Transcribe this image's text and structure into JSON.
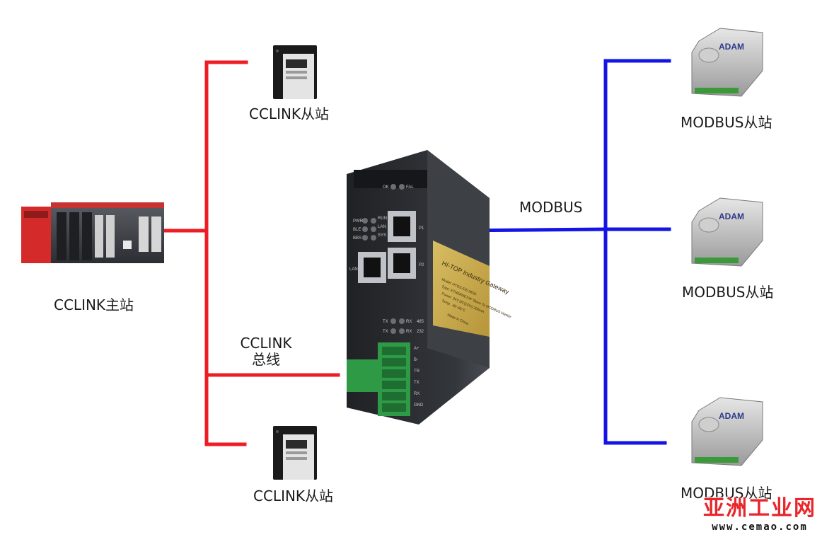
{
  "labels": {
    "master": "CCLINK主站",
    "cc_slave_top": "CCLINK从站",
    "cc_slave_bottom": "CCLINK从站",
    "cc_bus_line1": "CCLINK",
    "cc_bus_line2": "总线",
    "modbus_bus": "MODBUS",
    "mb_slave_1": "MODBUS从站",
    "mb_slave_2": "MODBUS从站",
    "mb_slave_3": "MODBUS从站"
  },
  "gateway": {
    "leds_top": [
      "OK",
      "FAL"
    ],
    "leds_left": [
      "PWR",
      "BLE",
      "BBS"
    ],
    "leds_right": [
      "RUN",
      "LAN",
      "SYS"
    ],
    "port_labels": [
      "P1",
      "P2",
      "LAN"
    ],
    "serial_leds": [
      "TX",
      "RX",
      "485",
      "TX",
      "RX",
      "232"
    ],
    "terminal_labels": [
      "A+",
      "B-",
      "TR",
      "TX",
      "RX",
      "GND"
    ],
    "label_title": "HI-TOP Industry Gateway",
    "label_lines": [
      "Model: HTGS-EIS-MOD",
      "Type: ETHERNET/IP Slave To MODBUS Master",
      "Power: 24V DC(±5%) 200mA",
      "Temp: -40~85°C",
      "Made in China"
    ]
  },
  "device_texts": {
    "adam_brand": "ADAM"
  },
  "watermark": {
    "name": "亚洲工业网",
    "url": "www.cemao.com"
  },
  "colors": {
    "cclink_bus": "#ee1c24",
    "modbus_bus": "#1414e6",
    "gateway_body": "#2a2c30",
    "gateway_label": "#c8a84a"
  }
}
